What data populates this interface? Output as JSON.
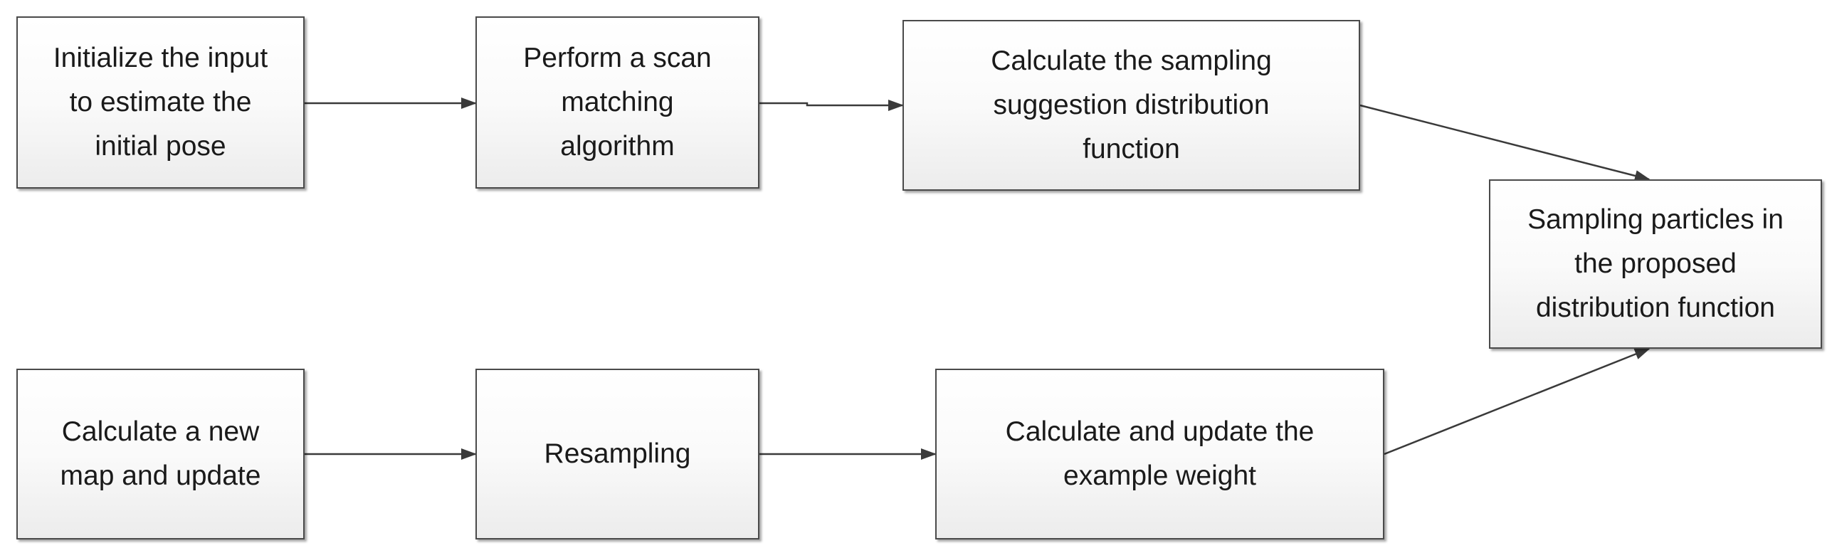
{
  "diagram": {
    "line_color": "#3a3a3a",
    "box_border_color": "#4a4a4a",
    "nodes": {
      "init": {
        "lines": [
          "Initialize the input",
          "to estimate the",
          "initial pose"
        ]
      },
      "scan": {
        "lines": [
          "Perform a scan",
          "matching",
          "algorithm"
        ]
      },
      "calc_sugg": {
        "lines": [
          "Calculate the sampling",
          "suggestion distribution",
          "function"
        ]
      },
      "sampling": {
        "lines": [
          "Sampling particles in",
          "the proposed",
          "distribution function"
        ]
      },
      "new_map": {
        "lines": [
          "Calculate a new",
          "map and update"
        ]
      },
      "resampling": {
        "lines": [
          "Resampling"
        ]
      },
      "calc_update": {
        "lines": [
          "Calculate and update the",
          "example weight"
        ]
      }
    },
    "edges": [
      {
        "from": "init",
        "to": "scan"
      },
      {
        "from": "scan",
        "to": "calc_sugg"
      },
      {
        "from": "calc_sugg",
        "to": "sampling"
      },
      {
        "from": "calc_update",
        "to": "sampling"
      },
      {
        "from": "new_map",
        "to": "resampling"
      },
      {
        "from": "resampling",
        "to": "calc_update"
      }
    ]
  }
}
